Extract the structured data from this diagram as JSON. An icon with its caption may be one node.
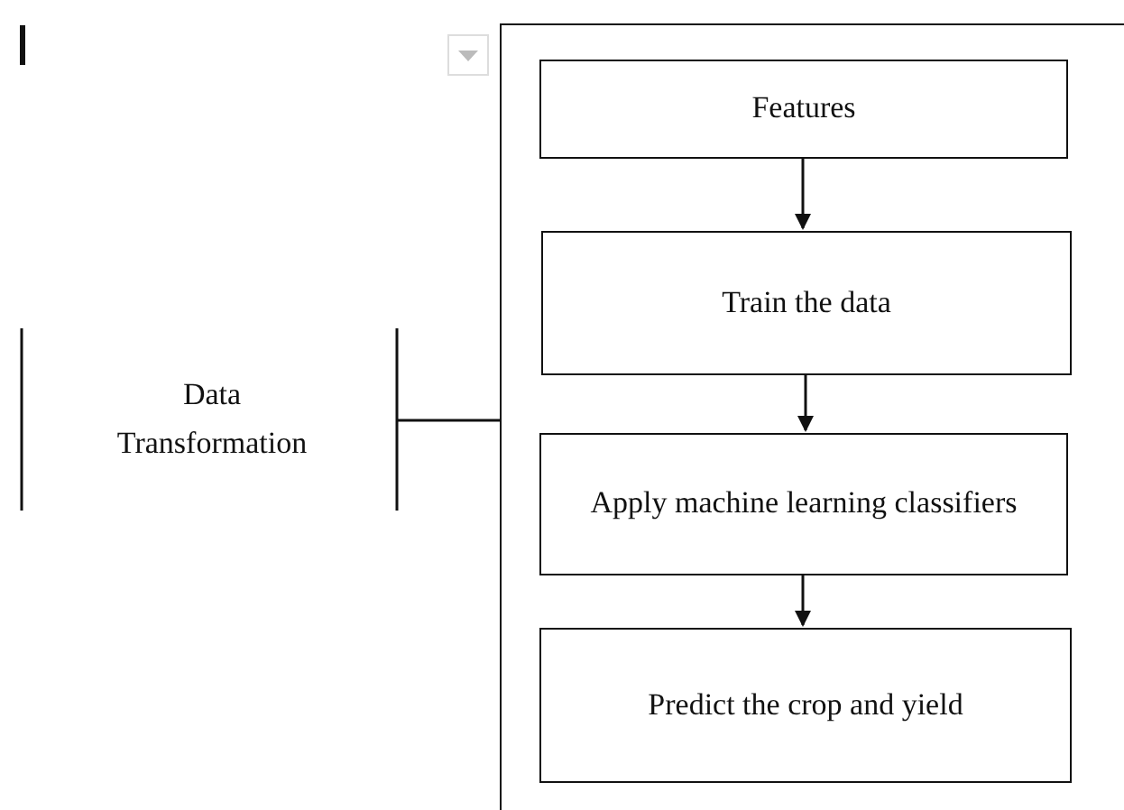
{
  "diagram": {
    "nodes": [
      {
        "text": [],
        "shape": "box"
      },
      {
        "text": [
          "Features"
        ],
        "in": 0
      },
      {
        "text": [
          "Train the data"
        ],
        "in": 0
      },
      {
        "text": [
          "Apply machine learning classifiers"
        ],
        "in": 0
      },
      {
        "text": [
          "Predict the crop and yield"
        ],
        "in": 0
      },
      {
        "text": [
          "Data Transformation"
        ]
      }
    ],
    "edges": [
      {
        "from": 1,
        "to": 2,
        "arrow": "to"
      },
      {
        "from": 2,
        "to": 3,
        "arrow": "to"
      },
      {
        "from": 3,
        "to": 4,
        "arrow": "to"
      },
      {
        "from": 5,
        "to": 0,
        "arrow": "none"
      }
    ]
  }
}
